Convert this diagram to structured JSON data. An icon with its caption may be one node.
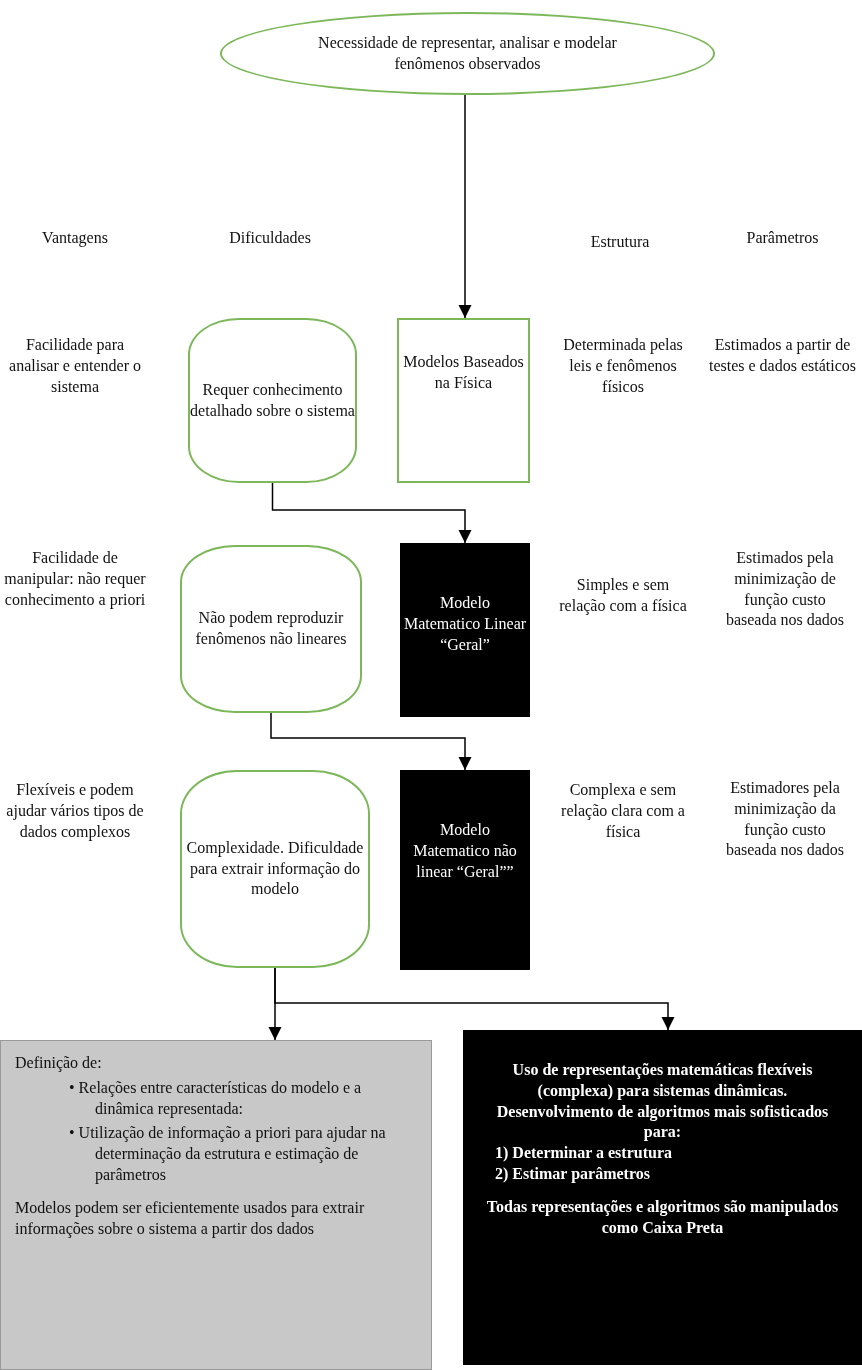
{
  "diagram": {
    "nodes": [
      {
        "text": [
          "Necessidade de representar, analisar e modelar fenômenos observados"
        ]
      },
      {
        "text": [
          "Requer conhecimento detalhado sobre o sistema"
        ]
      },
      {
        "text": [
          "Modelos Baseados na Física"
        ]
      },
      {
        "text": [
          "Não podem reproduzir fenômenos não lineares"
        ]
      },
      {
        "text": [
          "Modelo Matematico Linear “Geral”"
        ]
      },
      {
        "text": [
          "Complexidade. Dificuldade para extrair informação do modelo"
        ]
      },
      {
        "text": [
          "Modelo Matematico não linear “Geral””"
        ]
      },
      {
        "text": [
          "Definição de:",
          "• Relações entre características do modelo e a dinâmica representada:",
          "• Utilização de informação a priori para ajudar na determinação da estrutura e estimação de parâmetros",
          "Modelos podem ser eficientemente usados para extrair informações sobre o sistema a partir dos dados"
        ]
      },
      {
        "text": [
          "Uso de representações matemáticas flexíveis (complexa) para sistemas dinâmicas. Desenvolvimento de algoritmos mais sofisticados para:",
          "1) Determinar a estrutura",
          "2) Estimar parâmetros",
          "Todas representações e algoritmos são manipulados como Caixa Preta"
        ]
      }
    ],
    "edges": [
      {
        "from": 0,
        "to": 2,
        "arrow": "to"
      },
      {
        "from": 1,
        "to": 4,
        "arrow": "to"
      },
      {
        "from": 3,
        "to": 6,
        "arrow": "to"
      },
      {
        "from": 5,
        "to": 7,
        "arrow": "to"
      },
      {
        "from": 5,
        "to": 8,
        "arrow": "to"
      }
    ],
    "labels": [
      "Vantagens",
      "Dificuldades",
      "Estrutura",
      "Parâmetros",
      "Facilidade para analisar e entender o sistema",
      "Determinada pelas leis e fenômenos físicos",
      "Estimados a partir de testes e dados estáticos",
      "Facilidade de manipular: não requer conhecimento a priori",
      "Simples e sem relação com a física",
      "Estimados pela minimização de função custo baseada nos dados",
      "Flexíveis e podem ajudar vários tipos de dados complexos",
      "Complexa e sem relação clara com a física",
      "Estimadores pela minimização da função custo baseada nos dados"
    ]
  }
}
